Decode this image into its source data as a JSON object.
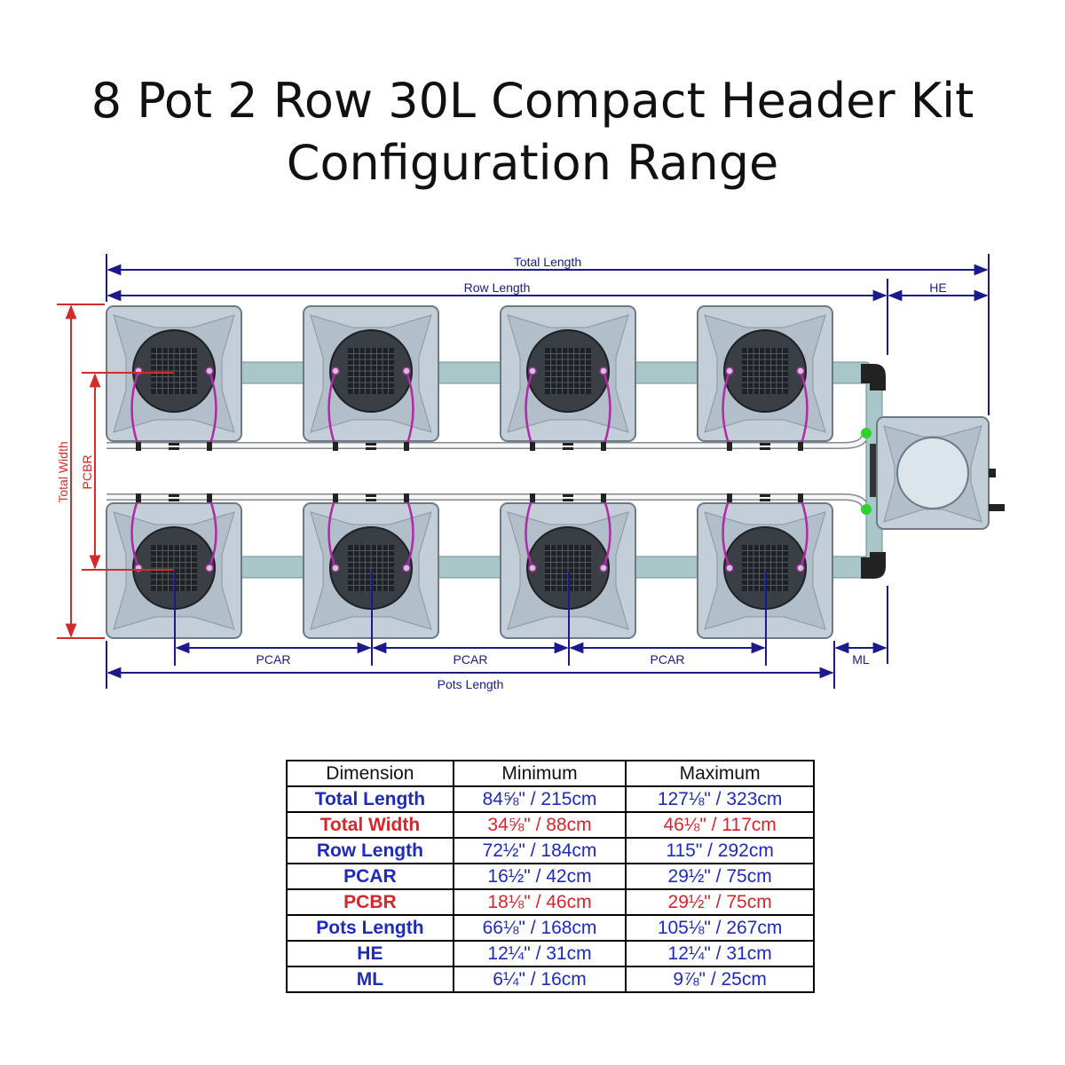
{
  "title": {
    "line1": "8 Pot 2 Row 30L Compact Header Kit",
    "line2": "Configuration Range"
  },
  "diagram_labels": {
    "total_length": "Total Length",
    "row_length": "Row Length",
    "he": "HE",
    "total_width": "Total Width",
    "pcbr": "PCBR",
    "pcar": "PCAR",
    "pots_length": "Pots Length",
    "ml": "ML"
  },
  "colors": {
    "dimension_blue": "#1d2bbd",
    "dimension_red": "#d8252b",
    "pot_grey": "#c3ced8",
    "pipe_teal": "#a9c6c9",
    "hose_magenta": "#b02aa6",
    "connector_green": "#2ed12e"
  },
  "table": {
    "headers": [
      "Dimension",
      "Minimum",
      "Maximum"
    ],
    "rows": [
      {
        "dimension": "Total Length",
        "minimum": "84⅝\" / 215cm",
        "maximum": "127⅛\" / 323cm",
        "color": "blue"
      },
      {
        "dimension": "Total Width",
        "minimum": "34⅝\" / 88cm",
        "maximum": "46⅛\" / 117cm",
        "color": "red"
      },
      {
        "dimension": "Row Length",
        "minimum": "72½\" / 184cm",
        "maximum": "115\" / 292cm",
        "color": "blue"
      },
      {
        "dimension": "PCAR",
        "minimum": "16½\" / 42cm",
        "maximum": "29½\" / 75cm",
        "color": "blue"
      },
      {
        "dimension": "PCBR",
        "minimum": "18⅛\" / 46cm",
        "maximum": "29½\" / 75cm",
        "color": "red"
      },
      {
        "dimension": "Pots Length",
        "minimum": "66⅛\" / 168cm",
        "maximum": "105⅛\" / 267cm",
        "color": "blue"
      },
      {
        "dimension": "HE",
        "minimum": "12¼\" / 31cm",
        "maximum": "12¼\" / 31cm",
        "color": "blue"
      },
      {
        "dimension": "ML",
        "minimum": "6¼\" / 16cm",
        "maximum": "9⅞\" / 25cm",
        "color": "blue"
      }
    ]
  }
}
